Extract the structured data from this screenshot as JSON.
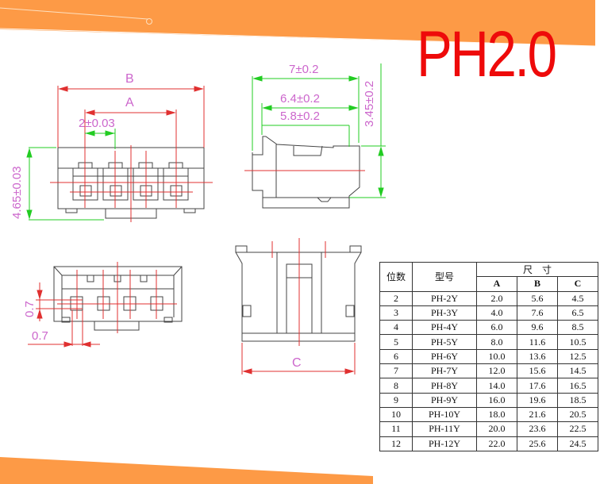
{
  "title": "PH2.0",
  "colors": {
    "banner": "#fd9a46",
    "title": "#ee0a0a",
    "dimension_lines_red": "#e03030",
    "dimension_lines_green": "#22cc22",
    "dimension_text": "#cc66cc",
    "outline": "#444444"
  },
  "drawings": {
    "front_view": {
      "labels": {
        "B": "B",
        "A": "A",
        "pitch": "2±0.03",
        "height": "4.65±0.03"
      }
    },
    "side_view": {
      "labels": {
        "overall": "7±0.2",
        "mid": "6.4±0.2",
        "inner": "5.8±0.2",
        "height": "3.45±0.2"
      }
    },
    "bottom_view": {
      "labels": {
        "pin_height": "0.7",
        "pin_width": "0.7"
      }
    },
    "end_view": {
      "labels": {
        "C": "C"
      }
    }
  },
  "table": {
    "headers": {
      "positions": "位数",
      "model": "型号",
      "dimensions": "尺　寸",
      "A": "A",
      "B": "B",
      "C": "C"
    },
    "rows": [
      {
        "pos": "2",
        "model": "PH-2Y",
        "A": "2.0",
        "B": "5.6",
        "C": "4.5"
      },
      {
        "pos": "3",
        "model": "PH-3Y",
        "A": "4.0",
        "B": "7.6",
        "C": "6.5"
      },
      {
        "pos": "4",
        "model": "PH-4Y",
        "A": "6.0",
        "B": "9.6",
        "C": "8.5"
      },
      {
        "pos": "5",
        "model": "PH-5Y",
        "A": "8.0",
        "B": "11.6",
        "C": "10.5"
      },
      {
        "pos": "6",
        "model": "PH-6Y",
        "A": "10.0",
        "B": "13.6",
        "C": "12.5"
      },
      {
        "pos": "7",
        "model": "PH-7Y",
        "A": "12.0",
        "B": "15.6",
        "C": "14.5"
      },
      {
        "pos": "8",
        "model": "PH-8Y",
        "A": "14.0",
        "B": "17.6",
        "C": "16.5"
      },
      {
        "pos": "9",
        "model": "PH-9Y",
        "A": "16.0",
        "B": "19.6",
        "C": "18.5"
      },
      {
        "pos": "10",
        "model": "PH-10Y",
        "A": "18.0",
        "B": "21.6",
        "C": "20.5"
      },
      {
        "pos": "11",
        "model": "PH-11Y",
        "A": "20.0",
        "B": "23.6",
        "C": "22.5"
      },
      {
        "pos": "12",
        "model": "PH-12Y",
        "A": "22.0",
        "B": "25.6",
        "C": "24.5"
      }
    ]
  }
}
